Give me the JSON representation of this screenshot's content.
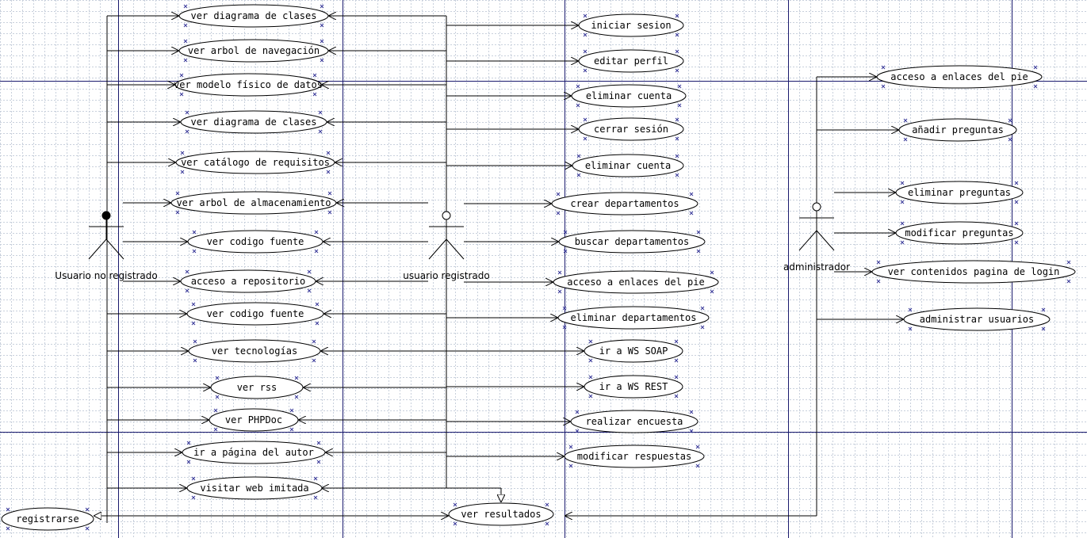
{
  "diagram": {
    "actors": {
      "guest": "Usuario no registrado",
      "registered": "usuario registrado",
      "admin": "administrador"
    },
    "guest_use_cases": [
      "ver diagrama de clases",
      "ver arbol de navegación",
      "ver modelo físico de datos",
      "ver diagrama de clases",
      "ver catálogo de requisitos",
      "ver arbol de almacenamiento",
      "ver codigo fuente",
      "acceso a repositorio",
      "ver codigo fuente",
      "ver tecnologías",
      "ver rss",
      "ver PHPDoc",
      "ir a página del autor",
      "visitar web imitada"
    ],
    "registered_use_cases": [
      "iniciar sesion",
      "editar perfil",
      "eliminar cuenta",
      "cerrar sesión",
      "eliminar cuenta",
      "crear departamentos",
      "buscar departamentos",
      "acceso a enlaces del pie",
      "eliminar departamentos",
      "ir a WS SOAP",
      "ir a WS REST",
      "realizar encuesta",
      "modificar respuestas"
    ],
    "admin_use_cases": [
      "acceso a enlaces del pie",
      "añadir preguntas",
      "eliminar preguntas",
      "modificar preguntas",
      "ver contenidos pagina de login",
      "administrar usuarios"
    ],
    "shared_use_cases": {
      "register": "registrarse",
      "results": "ver resultados"
    },
    "colors": {
      "grid": "#c8d0dc",
      "guide": "#1a1a6e",
      "line": "#000000",
      "marker": "#3a3a9a"
    }
  }
}
